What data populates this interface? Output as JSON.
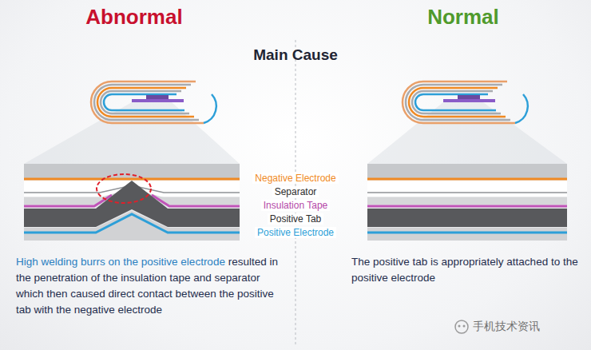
{
  "diagram": {
    "title": "Main Cause",
    "labels": [
      "Abnormal",
      "Normal",
      "Negative Electrode",
      "Separator",
      "Insulation Tape",
      "Positive Tab",
      "Positive Electrode",
      "High welding burrs on the positive electrode",
      "resulted in the penetration of the insulation tape and separator which then caused direct contact between the positive tab with the negative electrode",
      "The positive tab is appropriately attached to the positive electrode",
      "手机技术资讯"
    ]
  }
}
